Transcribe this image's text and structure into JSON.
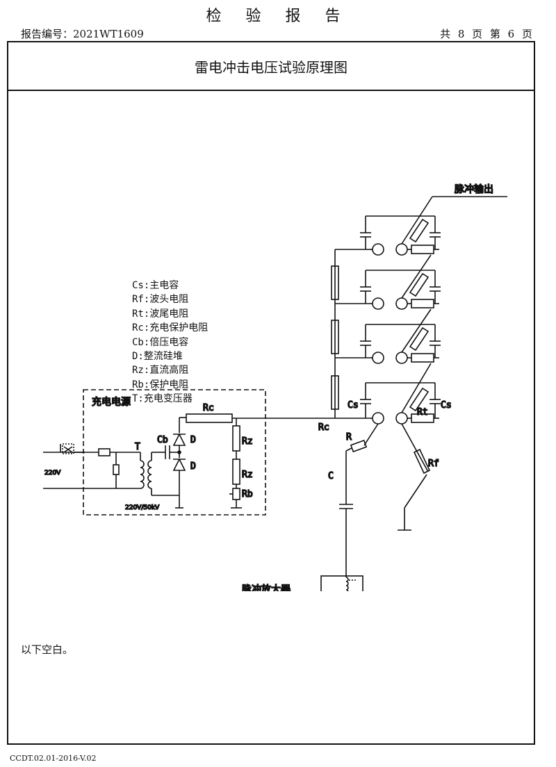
{
  "header": {
    "title": "检 验 报 告",
    "report_no": "报告编号：2021WT1609",
    "page_info": "共 8 页 第 6 页"
  },
  "section": {
    "title": "雷电冲击电压试验原理图"
  },
  "legend": [
    "Cs:主电容",
    "Rf:波头电阻",
    "Rt:波尾电阻",
    "Rc:充电保护电阻",
    "Cb:倍压电容",
    "D:整流硅堆",
    "Rz:直流高阻",
    "Rb:保护电阻",
    "T:充电变压器"
  ],
  "diagram_labels": {
    "pulse_output": "脉冲输出",
    "charging_source": "充电电源",
    "pulse_amplifier": "脉冲放大器",
    "rc_top": "Rc",
    "rc_left": "Rc",
    "cs_left": "Cs",
    "cs_right": "Cs",
    "rt": "Rt",
    "rf": "Rf",
    "r": "R",
    "c": "C",
    "t": "T",
    "cb": "Cb",
    "d1": "D",
    "d2": "D",
    "rz1": "Rz",
    "rz2": "Rz",
    "rb": "Rb",
    "v220": "220V",
    "transformer_rating": "220V/50kV"
  },
  "notes": {
    "blank": "以下空白。"
  },
  "footer": {
    "form_code": "CCDT.02.01-2016-V.02"
  }
}
